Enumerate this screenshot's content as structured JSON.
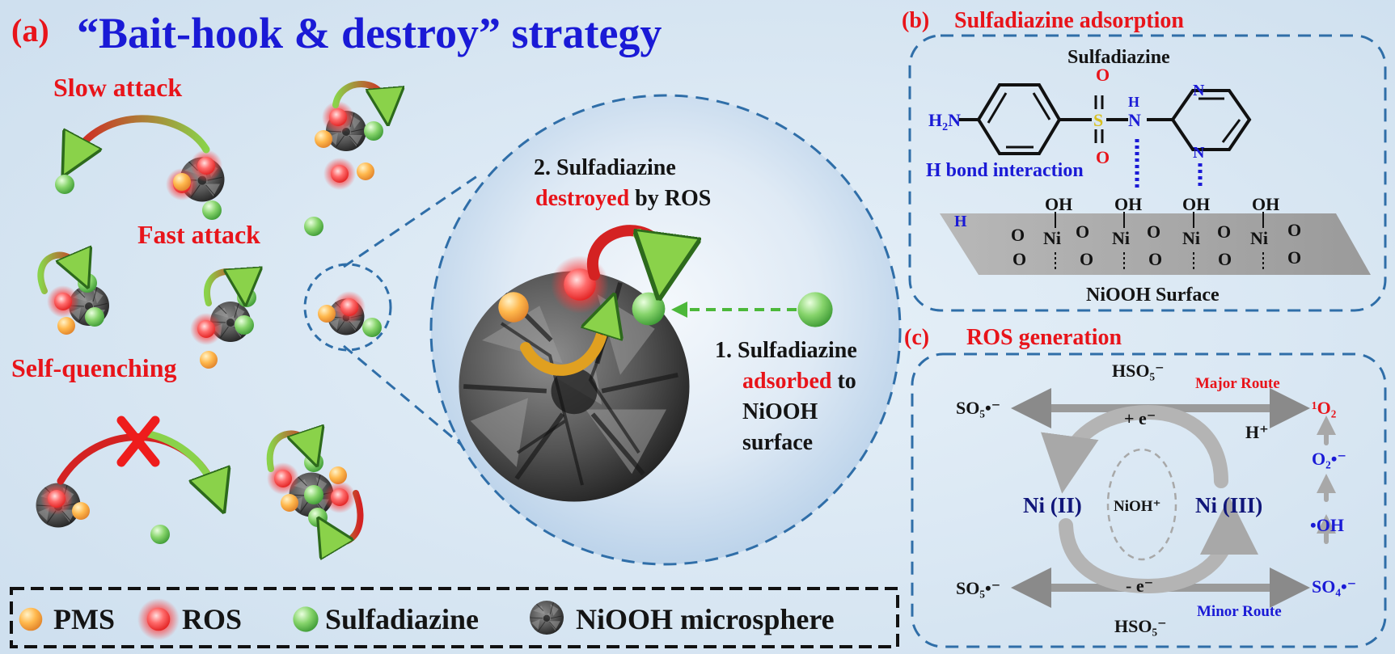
{
  "panel_a": {
    "tag": "(a)",
    "title": "“Bait-hook & destroy” strategy",
    "slow_attack": "Slow attack",
    "fast_attack": "Fast attack",
    "self_quenching": "Self-quenching",
    "step2_line1": "2. Sulfadiazine",
    "step2_destroyed": "destroyed",
    "step2_byros": "by ROS",
    "step1_line1": "1. Sulfadiazine",
    "step1_adsorbed": "adsorbed",
    "step1_to": "to",
    "step1_line3": "NiOOH",
    "step1_line4": "surface"
  },
  "legend": {
    "pms": "PMS",
    "ros": "ROS",
    "sulfadiazine": "Sulfadiazine",
    "niooh": "NiOOH microsphere"
  },
  "panel_b": {
    "tag": "(b)",
    "title": "Sulfadiazine adsorption",
    "molecule_name": "Sulfadiazine",
    "h_bond": "H bond interaction",
    "surface": "NiOOH  Surface"
  },
  "panel_c": {
    "tag": "(c)",
    "title": "ROS generation",
    "hso5_top": "HSO₅⁻",
    "hso5_bottom": "HSO₅⁻",
    "so5_top": "SO₅•⁻",
    "so5_bottom": "SO₅•⁻",
    "plus_e": "+ e⁻",
    "minus_e": "- e⁻",
    "h_plus": "H⁺",
    "major_route": "Major Route",
    "minor_route": "Minor Route",
    "singlet_o2": "¹O₂",
    "superoxide": "O₂•⁻",
    "hydroxyl": "•OH",
    "sulfate": "SO₄•⁻",
    "ni2": "Ni (II)",
    "ni3": "Ni (III)",
    "nioh": "NiOH⁺"
  },
  "colors": {
    "background": "#d6e6f3",
    "title_blue": "#1a1ad6",
    "label_red": "#e8141a",
    "dash_blue": "#2f6ea8",
    "pms_orange": "#f5a742",
    "ros_red": "#ff4a4a",
    "sulfadiazine_green": "#7fd26a"
  }
}
